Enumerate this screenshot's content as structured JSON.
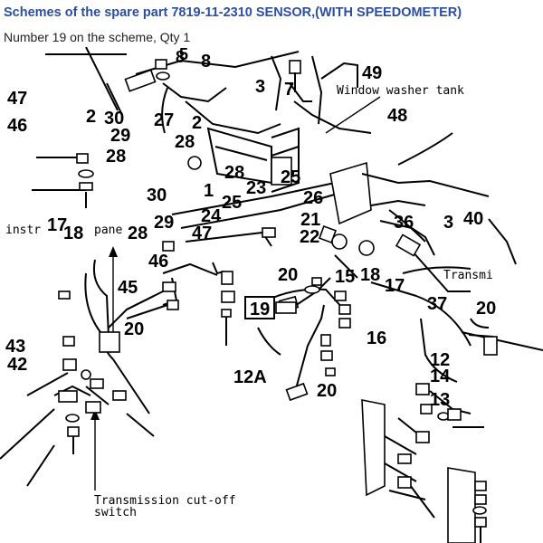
{
  "header": {
    "title": "Schemes of the spare part 7819-11-2310 SENSOR,(WITH SPEEDOMETER)",
    "subtitle": "Number 19 on the scheme, Qty 1"
  },
  "diagram": {
    "highlighted_label": "19",
    "text_labels": {
      "window_washer_tank": "Window washer tank",
      "instr_left": "instr",
      "pane": "pane",
      "transmi": "Transmi",
      "trans_cutoff_1": "Transmission cut-off",
      "trans_cutoff_2": "switch"
    },
    "labels": [
      "47",
      "46",
      "2",
      "30",
      "27",
      "2",
      "29",
      "28",
      "28",
      "30",
      "8",
      "3",
      "7",
      "49",
      "48",
      "28",
      "1",
      "25",
      "23",
      "25",
      "26",
      "21",
      "22",
      "36",
      "3",
      "40",
      "24",
      "47",
      "17",
      "18",
      "28",
      "29",
      "46",
      "45",
      "20",
      "20",
      "15",
      "18",
      "17",
      "37",
      "20",
      "43",
      "42",
      "16",
      "12A",
      "20",
      "12",
      "14",
      "13",
      "8",
      "5"
    ]
  }
}
